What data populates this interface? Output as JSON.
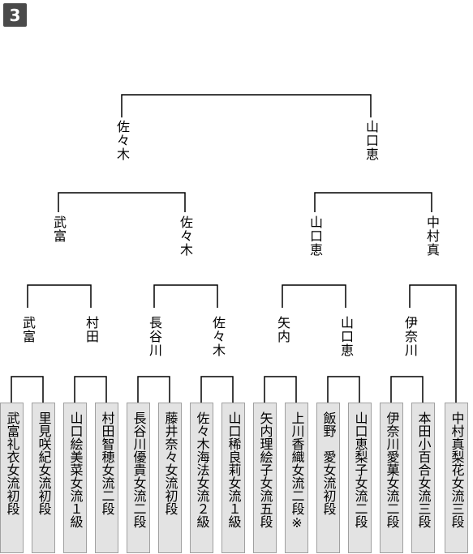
{
  "badge": "3",
  "final": {
    "left": "佐々木",
    "right": "山口恵"
  },
  "semifinals": [
    "武富",
    "佐々木",
    "山口恵",
    "中村真"
  ],
  "quarterfinals": [
    "武富",
    "村田",
    "長谷川",
    "佐々木",
    "矢内",
    "山口恵",
    "伊奈川"
  ],
  "players": [
    "武富礼衣女流初段",
    "里見咲紀女流初段",
    "山口絵美菜女流１級",
    "村田智穂女流二段",
    "長谷川優貴女流二段",
    "藤井奈々女流初段",
    "佐々木海法女流２級",
    "山口稀良莉女流１級",
    "矢内理絵子女流五段",
    "上川香織女流二段※",
    "飯野　愛女流初段",
    "山口恵梨子女流二段",
    "伊奈川愛菓女流二段",
    "本田小百合女流三段",
    "中村真梨花女流三段"
  ]
}
